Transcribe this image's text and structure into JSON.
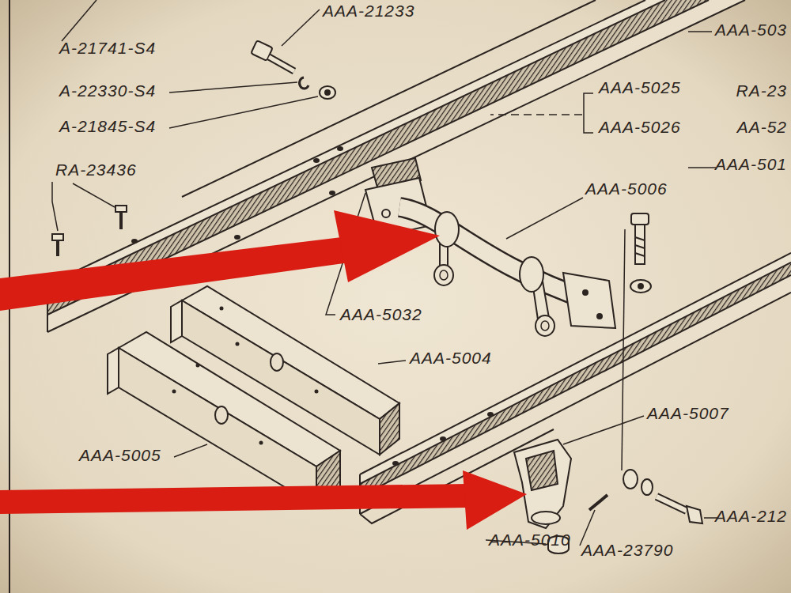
{
  "diagram": {
    "labels": [
      "A-21741-S4",
      "AAA-21233",
      "A-22330-S4",
      "A-21845-S4",
      "AAA-5025",
      "AAA-5026",
      "RA-23436",
      "AAA-5006",
      "AAA-5032",
      "AAA-5004",
      "AAA-5005",
      "AAA-5007",
      "AAA-5010",
      "AAA-23790",
      "AAA-212",
      "AAA-503",
      "RA-23",
      "AA-52",
      "AAA-501"
    ]
  }
}
